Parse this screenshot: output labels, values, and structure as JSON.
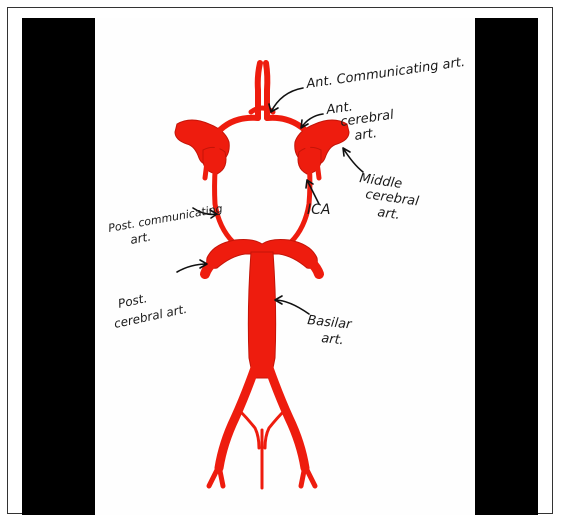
{
  "colors": {
    "artery": "#ee1c0e",
    "artery_dark": "#c41408",
    "ink": "#1a1a1a",
    "background": "#ffffff",
    "side_bar": "#000000"
  },
  "labels": {
    "ant_communicating": "Ant. Communicating art.",
    "ant_cerebral_1": "Ant.",
    "ant_cerebral_2": "cerebral",
    "ant_cerebral_3": "art.",
    "middle_cerebral_1": "Middle",
    "middle_cerebral_2": "cerebral",
    "middle_cerebral_3": "art.",
    "ica": "ICA",
    "post_communicating_1": "Post. communicating",
    "post_communicating_2": "art.",
    "post_cerebral_1": "Post.",
    "post_cerebral_2": "cerebral art.",
    "basilar_1": "Basilar",
    "basilar_2": "art."
  }
}
